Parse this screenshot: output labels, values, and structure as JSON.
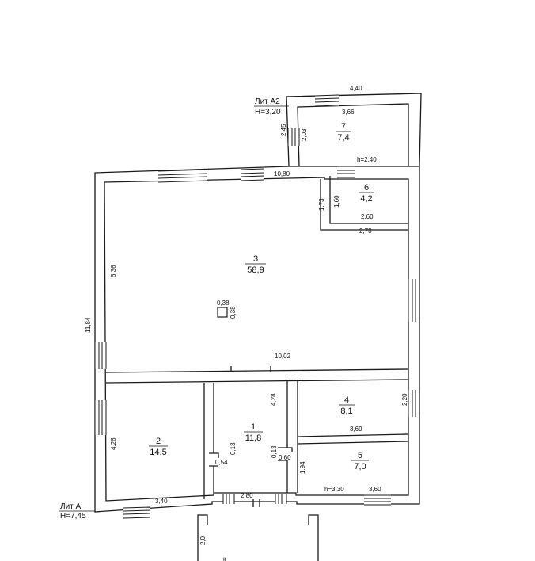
{
  "labels": {
    "lit_a2": "Лит А2",
    "h_a2": "Н=3,20",
    "lit_a": "Лит А",
    "h_a": "Н=7,45",
    "h_240": "h=2,40",
    "h_330": "h=3,30",
    "porch_k": "к"
  },
  "rooms": [
    {
      "num": "1",
      "area": "11,8"
    },
    {
      "num": "2",
      "area": "14,5"
    },
    {
      "num": "3",
      "area": "58,9"
    },
    {
      "num": "4",
      "area": "8,1"
    },
    {
      "num": "5",
      "area": "7,0"
    },
    {
      "num": "6",
      "area": "4,2"
    },
    {
      "num": "7",
      "area": "7,4"
    }
  ],
  "dims": {
    "d440": "4,40",
    "d366": "3,66",
    "d245": "2,45",
    "d203": "2,03",
    "d1080": "10,80",
    "d173": "1,73",
    "d160": "1,60",
    "d260": "2,60",
    "d273": "2,73",
    "d636": "6,36",
    "d1184": "11,84",
    "d038a": "0,38",
    "d038b": "0,38",
    "d1002": "10,02",
    "d428": "4,28",
    "d220": "2,20",
    "d369": "3,69",
    "d426": "4,26",
    "d013a": "0,13",
    "d054": "0,54",
    "d013b": "0,13",
    "d060": "0,60",
    "d194": "1,94",
    "d340": "3,40",
    "d280": "2,80",
    "d360": "3,60",
    "d20": "2,0"
  }
}
